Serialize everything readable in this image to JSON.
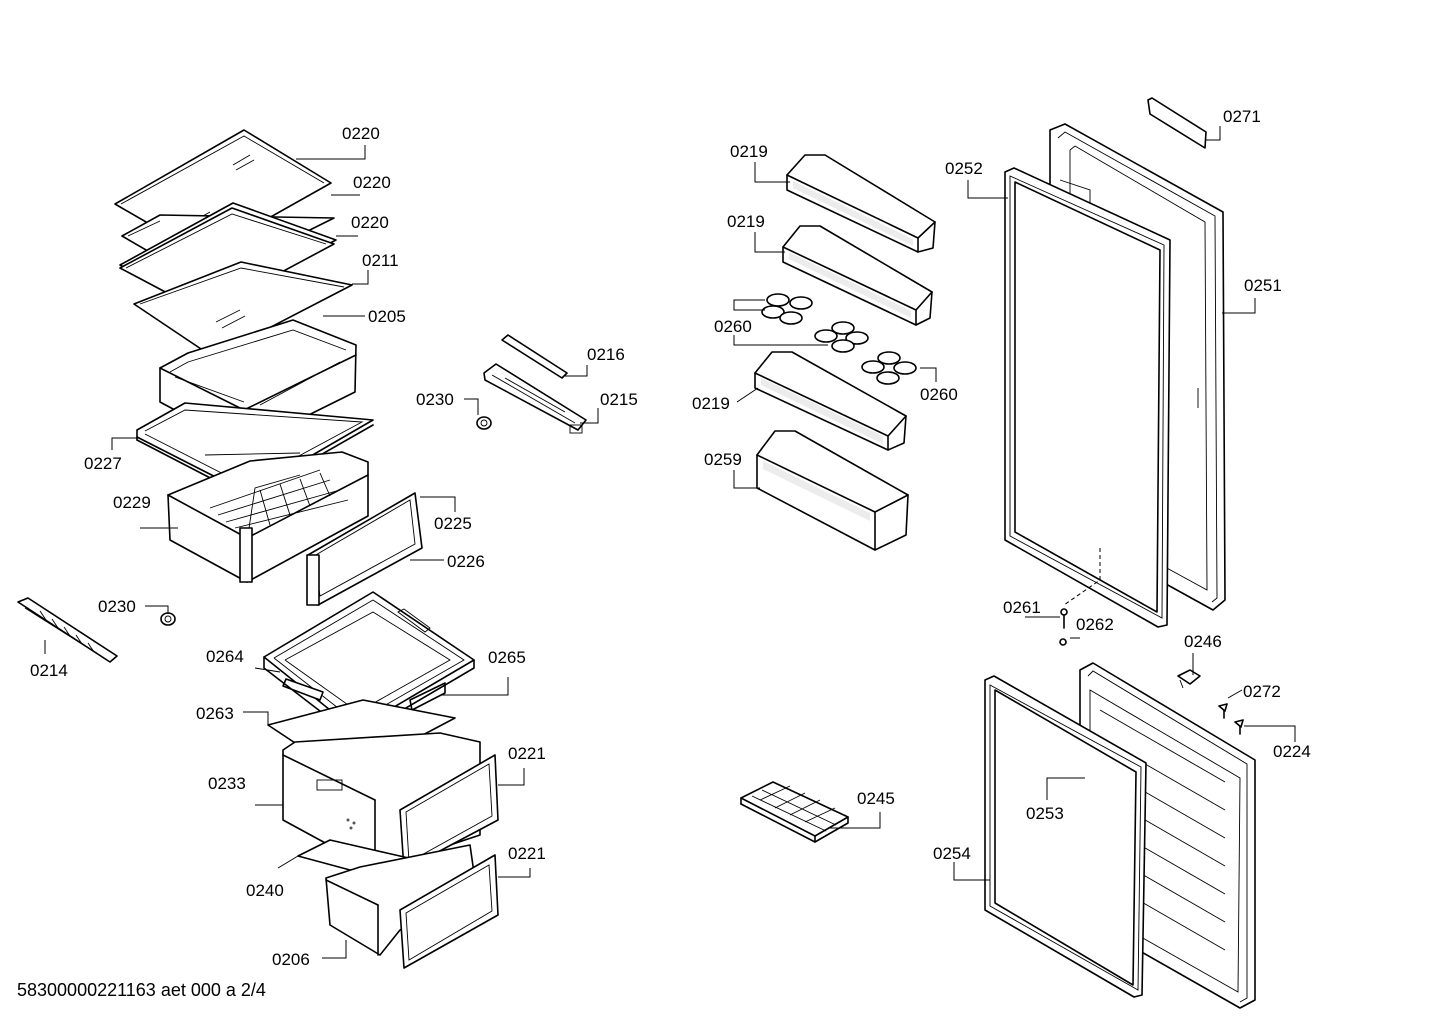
{
  "labels": {
    "l0220a": "0220",
    "l0220b": "0220",
    "l0220c": "0220",
    "l0211": "0211",
    "l0205": "0205",
    "l0227": "0227",
    "l0229": "0229",
    "l0225": "0225",
    "l0226": "0226",
    "l0216": "0216",
    "l0215": "0215",
    "l0230a": "0230",
    "l0230b": "0230",
    "l0214": "0214",
    "l0264": "0264",
    "l0265": "0265",
    "l0263": "0263",
    "l0233": "0233",
    "l0221a": "0221",
    "l0221b": "0221",
    "l0240": "0240",
    "l0206": "0206",
    "l0219a": "0219",
    "l0219b": "0219",
    "l0219c": "0219",
    "l0260a": "0260",
    "l0260b": "0260",
    "l0259": "0259",
    "l0245": "0245",
    "l0252": "0252",
    "l0271": "0271",
    "l0251": "0251",
    "l0261": "0261",
    "l0262": "0262",
    "l0246": "0246",
    "l0272": "0272",
    "l0224": "0224",
    "l0253": "0253",
    "l0254": "0254"
  },
  "footer": "58300000221163 aet 000 a 2/4"
}
